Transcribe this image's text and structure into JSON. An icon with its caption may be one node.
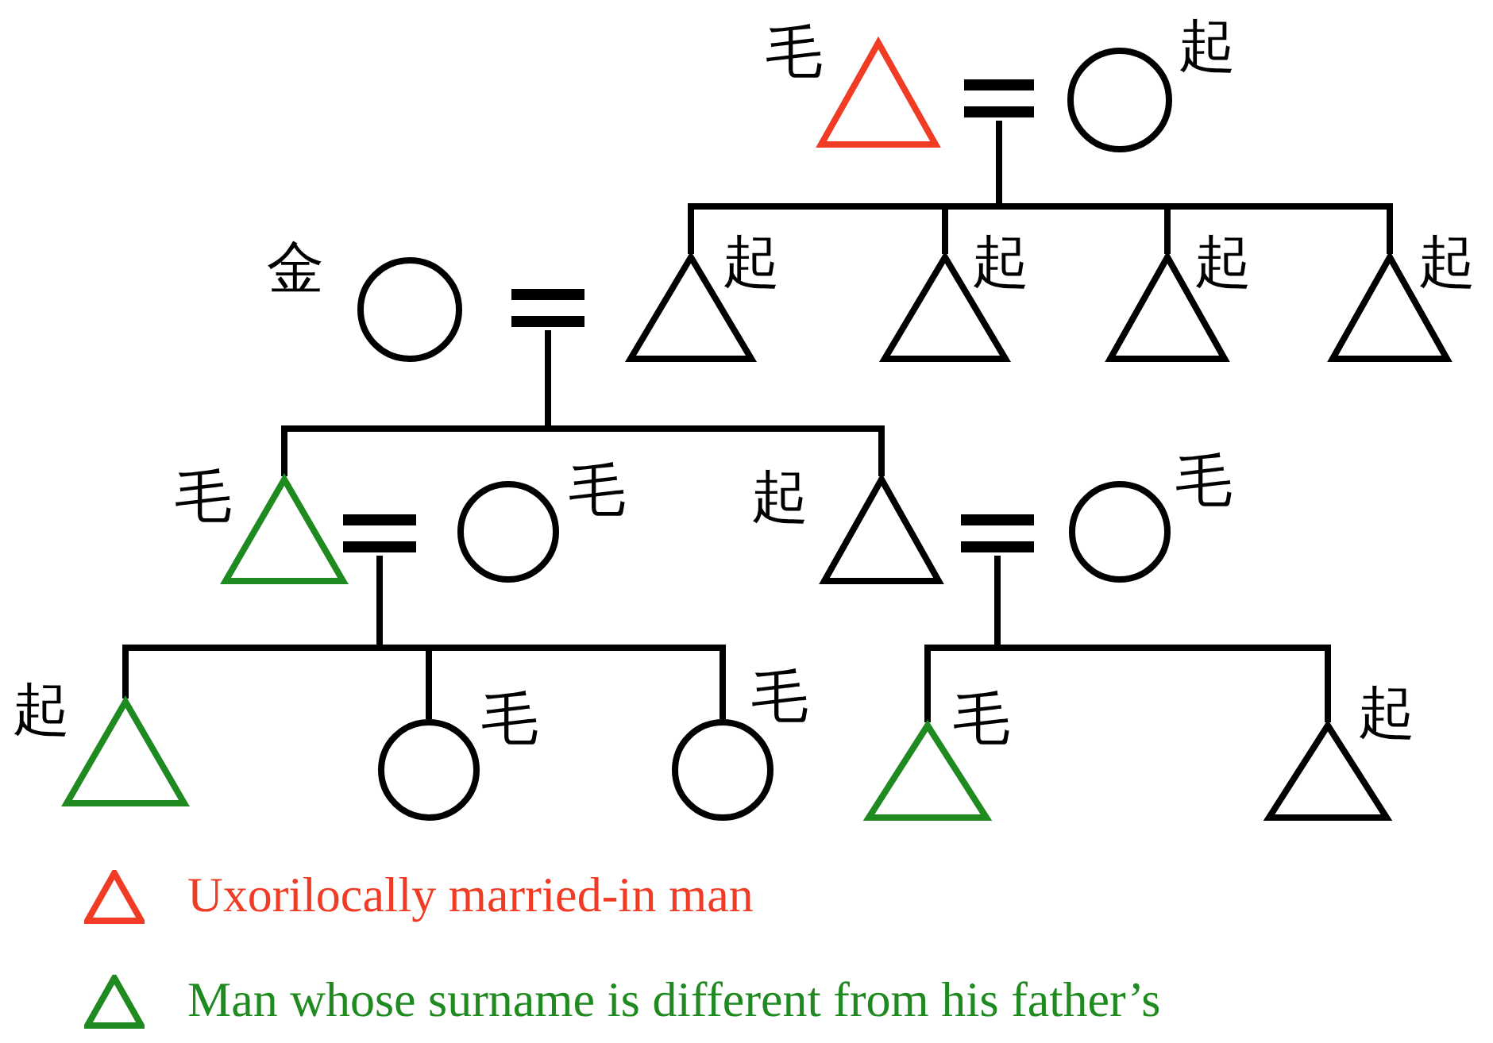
{
  "diagram": {
    "nodes": [
      {
        "text": [],
        "shape": "triangle",
        "beside": [
          "毛"
        ]
      },
      {
        "text": [],
        "shape": "equals"
      },
      {
        "text": [],
        "shape": "circle",
        "beside": [
          "起"
        ]
      },
      {
        "text": [],
        "shape": "circle",
        "beside": [
          "金"
        ]
      },
      {
        "text": [],
        "shape": "equals"
      },
      {
        "text": [],
        "shape": "triangle",
        "beside": [
          "起"
        ]
      },
      {
        "text": [],
        "shape": "triangle",
        "beside": [
          "起"
        ]
      },
      {
        "text": [],
        "shape": "triangle",
        "beside": [
          "起"
        ]
      },
      {
        "text": [],
        "shape": "triangle",
        "beside": [
          "起"
        ]
      },
      {
        "text": [],
        "shape": "triangle",
        "beside": [
          "毛"
        ]
      },
      {
        "text": [],
        "shape": "equals"
      },
      {
        "text": [],
        "shape": "circle",
        "beside": [
          "毛"
        ]
      },
      {
        "text": [],
        "shape": "triangle",
        "beside": [
          "起"
        ]
      },
      {
        "text": [],
        "shape": "equals"
      },
      {
        "text": [],
        "shape": "circle",
        "beside": [
          "毛"
        ]
      },
      {
        "text": [],
        "shape": "triangle",
        "beside": [
          "起"
        ]
      },
      {
        "text": [],
        "shape": "circle",
        "beside": [
          "毛"
        ]
      },
      {
        "text": [],
        "shape": "circle",
        "beside": [
          "毛"
        ]
      },
      {
        "text": [],
        "shape": "triangle",
        "beside": [
          "毛"
        ]
      },
      {
        "text": [],
        "shape": "triangle",
        "beside": [
          "起"
        ]
      }
    ],
    "edges": [
      {
        "from": 1,
        "to": 5,
        "arrow": "none"
      },
      {
        "from": 1,
        "to": 6,
        "arrow": "none"
      },
      {
        "from": 1,
        "to": 7,
        "arrow": "none"
      },
      {
        "from": 1,
        "to": 8,
        "arrow": "none"
      },
      {
        "from": 4,
        "to": 9,
        "arrow": "none"
      },
      {
        "from": 4,
        "to": 12,
        "arrow": "none"
      },
      {
        "from": 10,
        "to": 15,
        "arrow": "none"
      },
      {
        "from": 10,
        "to": 16,
        "arrow": "none"
      },
      {
        "from": 10,
        "to": 17,
        "arrow": "none"
      },
      {
        "from": 13,
        "to": 18,
        "arrow": "none"
      },
      {
        "from": 13,
        "to": 19,
        "arrow": "none"
      }
    ],
    "legend": [
      {
        "text": "Uxorilocally married-in man",
        "color": "#f03c24"
      },
      {
        "text": "Man whose surname is different from his father’s",
        "color": "#1f8a1f"
      }
    ]
  }
}
